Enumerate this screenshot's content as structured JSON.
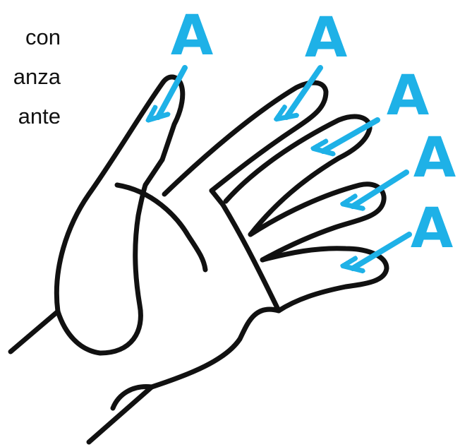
{
  "caption": {
    "lines": [
      "con",
      "anza",
      "ante"
    ]
  },
  "finger_labels": [
    "A",
    "A",
    "A",
    "A",
    "A"
  ],
  "colors": {
    "outline": "#111111",
    "accent": "#1EB1E7",
    "text": "#111111",
    "background": "#ffffff"
  }
}
